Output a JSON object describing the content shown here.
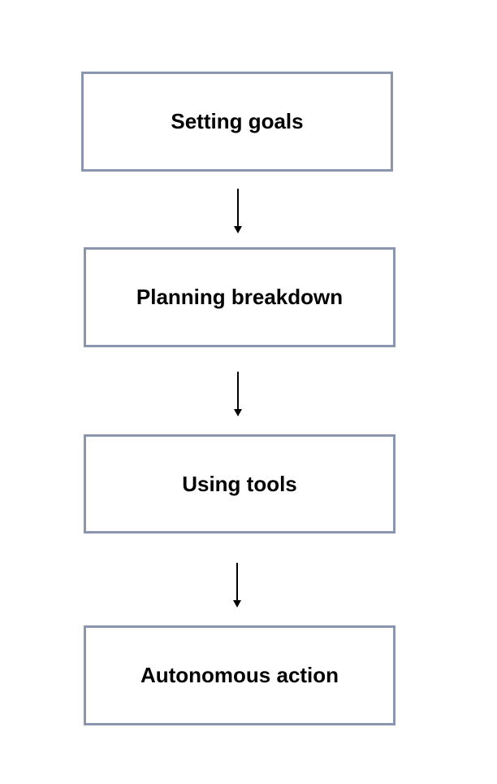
{
  "diagram": {
    "steps": [
      {
        "label": "Setting goals"
      },
      {
        "label": "Planning breakdown"
      },
      {
        "label": "Using tools"
      },
      {
        "label": "Autonomous action"
      }
    ],
    "colors": {
      "box_border": "#8a96ae",
      "arrow": "#000000",
      "text": "#000000"
    }
  }
}
